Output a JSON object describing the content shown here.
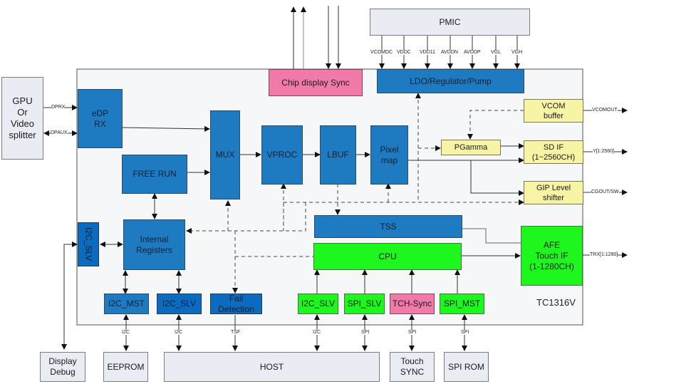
{
  "chip": {
    "name": "TC1316V"
  },
  "external": {
    "gpu": "GPU\nOr\nVideo\nsplitter",
    "pmic": "PMIC",
    "display_debug": "Display\nDebug",
    "eeprom": "EEPROM",
    "host": "HOST",
    "touch_sync": "Touch\nSYNC",
    "spi_rom": "SPI ROM"
  },
  "blocks": {
    "edp_rx": "eDP\nRX",
    "free_run": "FREE RUN",
    "mux": "MUX",
    "vproc": "VPROC",
    "lbuf": "LBUF",
    "pixel_map": "Pixel\nmap",
    "chip_display_sync": "Chip display Sync",
    "ldo": "LDO/Regulator/Pump",
    "vcom_buffer": "VCOM\nbuffer",
    "pgamma": "PGamma",
    "sd_if": "SD IF\n(1~2560CH)",
    "gip": "GIP Level\nshifter",
    "i2c_slv_left": "I2C_SLV",
    "internal_registers": "Internal\nRegisters",
    "tss": "TSS",
    "cpu": "CPU",
    "afe": "AFE\nTouch IF\n(1-1280CH)",
    "i2c_mst": "I2C_MST",
    "i2c_slv_disp": "I2C_SLV",
    "fail_detection": "Fail\nDetection",
    "i2c_slv_touch": "I2C_SLV",
    "spi_slv": "SPI_SLV",
    "tch_sync": "TCH-Sync",
    "spi_mst": "SPI_MST"
  },
  "signals": {
    "dprx": "DPRX",
    "dpaux": "DPAUX",
    "vcomout": "VCOMOUT",
    "y": "Y[1:2560]",
    "cgout": "CGOUT/SW",
    "trx": "TRX[1:1280]",
    "pmic_rails": [
      "VCOMDC",
      "VDDC",
      "VDD11",
      "AVDDN",
      "AVDDP",
      "VGL",
      "VGH"
    ],
    "bus_i2c_eeprom": "I2C",
    "bus_i2c_host": "I2C",
    "bus_tsf": "TSF",
    "bus_i2c_touch": "I2C",
    "bus_spi_slv": "SPI",
    "bus_spi_sync": "SPI",
    "bus_spi_rom": "SPI"
  },
  "colors": {
    "blue_block": "#1e7bc2",
    "dark_blue_block": "#0b6bbf",
    "green_block": "#1ef71e",
    "pink_block": "#f07aa8",
    "yellow_block": "#f7f4a6",
    "external_block": "#e9edf3",
    "chip_bg": "#f6f7f9"
  }
}
